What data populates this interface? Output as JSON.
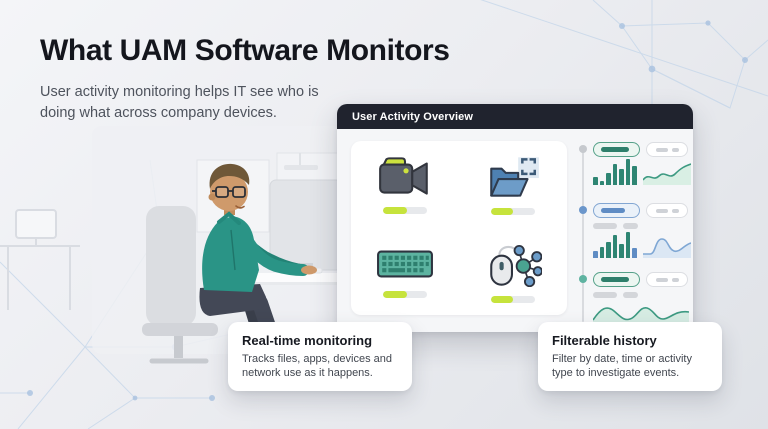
{
  "page": {
    "title": "What UAM Software Monitors",
    "subtitle": "User activity monitoring helps IT see who is doing what across company devices."
  },
  "overview_card": {
    "header_title": "User Activity Overview",
    "monitored": [
      {
        "icon": "video-camera-icon",
        "progress_percent": 55
      },
      {
        "icon": "folder-capture-icon",
        "progress_percent": 50
      },
      {
        "icon": "keyboard-icon",
        "progress_percent": 55
      },
      {
        "icon": "mouse-network-icon",
        "progress_percent": 50
      }
    ],
    "timeline_rows": [
      {
        "dot_color": "#c6c9ce",
        "primary_pill_color": "teal",
        "spark_bars": [
          {
            "v": 30,
            "c": "#2e8573"
          },
          {
            "v": 17,
            "c": "#2e8573"
          },
          {
            "v": 46,
            "c": "#2e8573"
          },
          {
            "v": 82,
            "c": "#2e8573"
          },
          {
            "v": 60,
            "c": "#2e8573"
          },
          {
            "v": 100,
            "c": "#2e8573"
          },
          {
            "v": 72,
            "c": "#2e8573"
          }
        ],
        "spark_area_color": "teal",
        "has_skeleton_dashes": false
      },
      {
        "dot_color": "#6b96cb",
        "primary_pill_color": "blue",
        "spark_bars": [
          {
            "v": 26,
            "c": "#5f8cc4"
          },
          {
            "v": 42,
            "c": "#2e8573"
          },
          {
            "v": 62,
            "c": "#2e8573"
          },
          {
            "v": 90,
            "c": "#2e8573"
          },
          {
            "v": 55,
            "c": "#2e8573"
          },
          {
            "v": 100,
            "c": "#2e8573"
          },
          {
            "v": 40,
            "c": "#5f8cc4"
          }
        ],
        "spark_area_color": "blue",
        "has_skeleton_dashes": true
      },
      {
        "dot_color": "#5fb3a1",
        "primary_pill_color": "teal",
        "spark_bars": [],
        "spark_area_color": "teal-large",
        "has_skeleton_dashes": true
      }
    ]
  },
  "callouts": [
    {
      "title": "Real-time monitoring",
      "body": "Tracks files, apps, devices and network use as it happens."
    },
    {
      "title": "Filterable history",
      "body": "Filter by date, time or activity type to investigate events."
    }
  ],
  "colors": {
    "header_bg": "#20232e",
    "lime_progress": "#c6e33c",
    "teal_accent": "#2e8573",
    "blue_accent": "#5f8cc4",
    "area_fill_teal": "#d9efe4",
    "area_fill_blue": "#dbe7f4",
    "background_network": "#c3d5e9",
    "shirt_teal": "#2a9486"
  }
}
